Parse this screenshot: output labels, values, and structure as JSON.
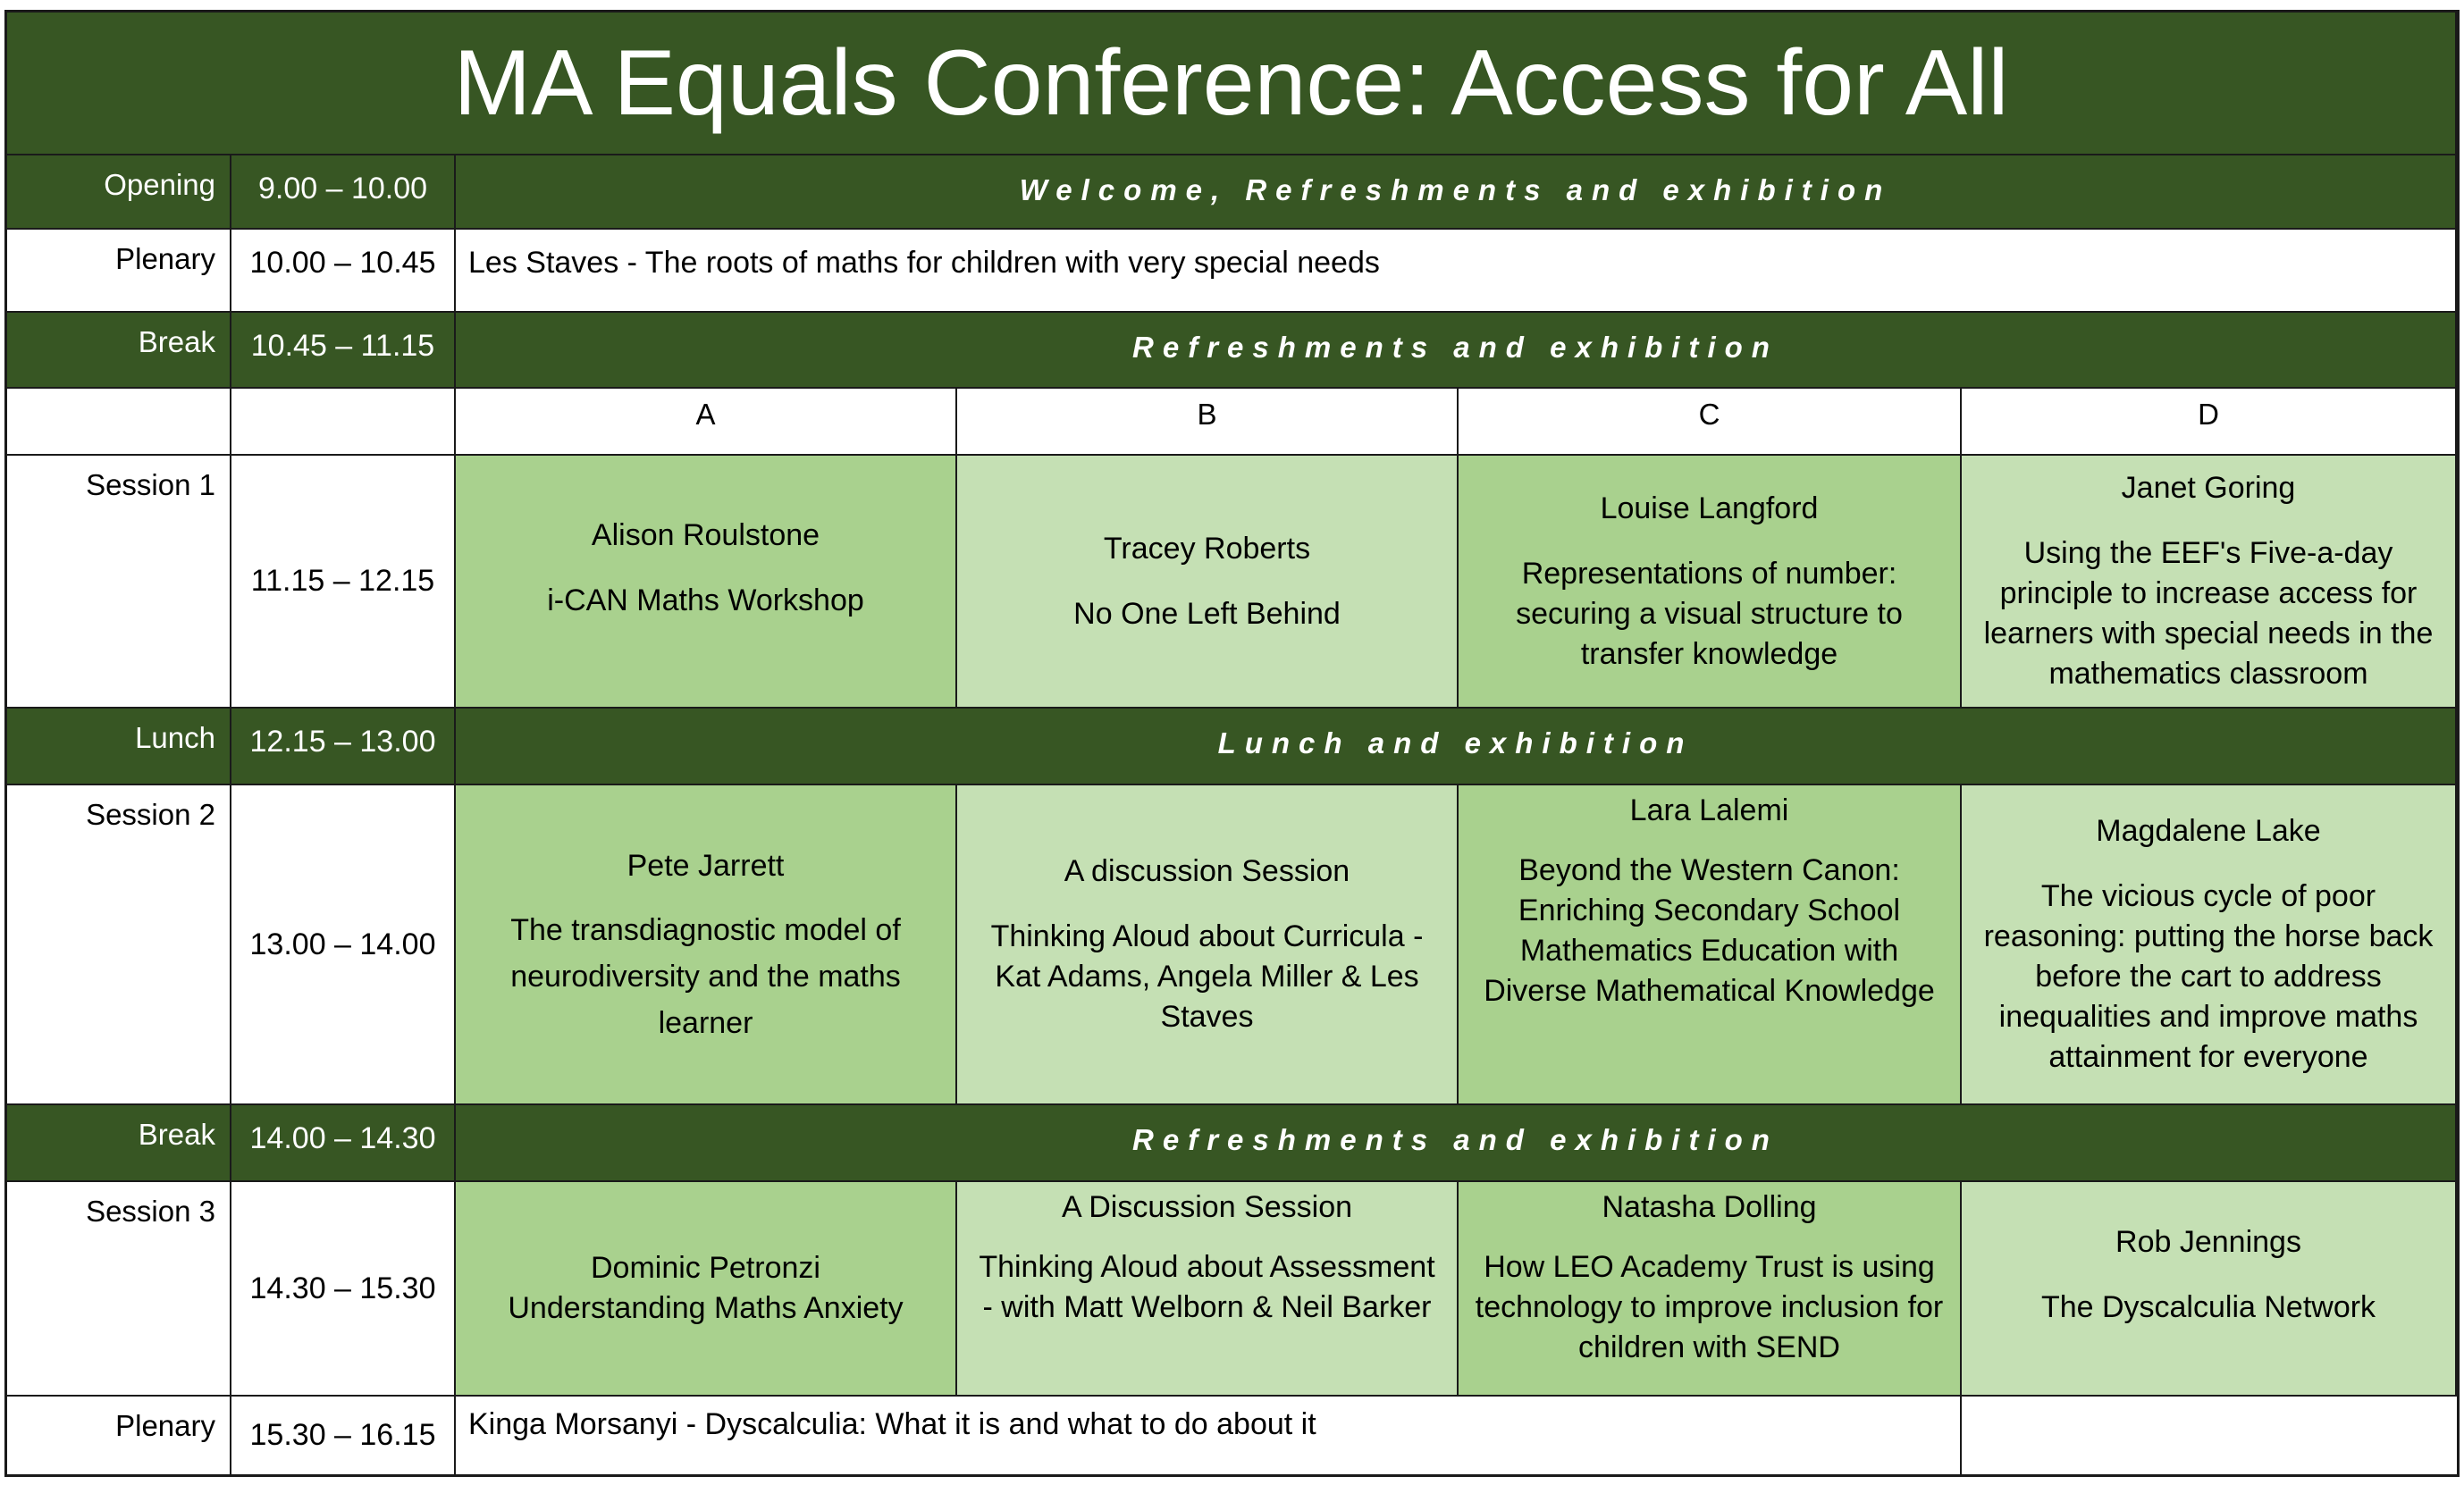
{
  "title": "MA Equals Conference: Access for All",
  "rows": {
    "opening": {
      "label": "Opening",
      "time": "9.00 – 10.00",
      "text": "Welcome, Refreshments and exhibition"
    },
    "plenary1": {
      "label": "Plenary",
      "time": "10.00 – 10.45",
      "text": "Les Staves - The roots of maths for children with very special needs"
    },
    "break1": {
      "label": "Break",
      "time": "10.45 – 11.15",
      "text": "Refreshments and exhibition"
    },
    "columns": [
      "A",
      "B",
      "C",
      "D"
    ],
    "session1": {
      "label": "Session 1",
      "time": "11.15 – 12.15",
      "cells": [
        {
          "speaker": "Alison Roulstone",
          "title": "i-CAN Maths Workshop"
        },
        {
          "speaker": "Tracey Roberts",
          "title": "No One Left Behind"
        },
        {
          "speaker": "Louise Langford",
          "title": "Representations of number: securing a visual structure to transfer knowledge"
        },
        {
          "speaker": "Janet Goring",
          "title": "Using the EEF's Five-a-day principle to increase access for learners with special needs in the mathematics classroom"
        }
      ]
    },
    "lunch": {
      "label": "Lunch",
      "time": "12.15 – 13.00",
      "text": "Lunch and exhibition"
    },
    "session2": {
      "label": "Session 2",
      "time": "13.00 – 14.00",
      "cells": [
        {
          "speaker": "Pete Jarrett",
          "title": "The transdiagnostic model of neurodiversity and the maths learner"
        },
        {
          "speaker": "A discussion Session",
          "title": "Thinking Aloud about Curricula - Kat Adams, Angela Miller & Les Staves"
        },
        {
          "speaker": "Lara Lalemi",
          "title": "Beyond the Western Canon: Enriching Secondary School Mathematics Education with Diverse Mathematical Knowledge"
        },
        {
          "speaker": "Magdalene Lake",
          "title": "The vicious cycle of poor reasoning: putting the horse back before the cart to address inequalities and improve maths attainment for everyone"
        }
      ]
    },
    "break2": {
      "label": "Break",
      "time": "14.00 – 14.30",
      "text": "Refreshments and exhibition"
    },
    "session3": {
      "label": "Session 3",
      "time": "14.30 – 15.30",
      "cells": [
        {
          "speaker": "Dominic Petronzi",
          "title": "Understanding Maths Anxiety"
        },
        {
          "speaker": "A Discussion Session",
          "title": "Thinking Aloud about Assessment - with Matt Welborn & Neil Barker"
        },
        {
          "speaker": "Natasha Dolling",
          "title": "How LEO Academy Trust is using technology to improve inclusion for children with SEND"
        },
        {
          "speaker": "Rob Jennings",
          "title": "The Dyscalculia Network"
        }
      ]
    },
    "plenary2": {
      "label": "Plenary",
      "time": "15.30 – 16.15",
      "text": "Kinga Morsanyi - Dyscalculia: What it is and what to do about it"
    }
  },
  "colors": {
    "dark_green": "#375623",
    "medium_green": "#a9d18e",
    "light_green": "#c5e0b4",
    "border": "#1a1a1a"
  }
}
